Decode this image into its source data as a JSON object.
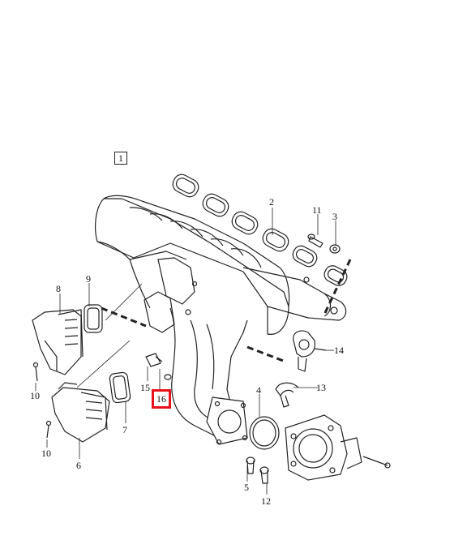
{
  "diagram": {
    "callouts": {
      "c1": "1",
      "c2": "2",
      "c3": "3",
      "c4": "4",
      "c5": "5",
      "c6": "6",
      "c7": "7",
      "c8": "8",
      "c9": "9",
      "c10a": "10",
      "c10b": "10",
      "c11": "11",
      "c12": "12",
      "c13": "13",
      "c14": "14",
      "c15": "15",
      "c16": "16"
    },
    "highlight_color": "#e8121c",
    "line_color": "#222222"
  }
}
